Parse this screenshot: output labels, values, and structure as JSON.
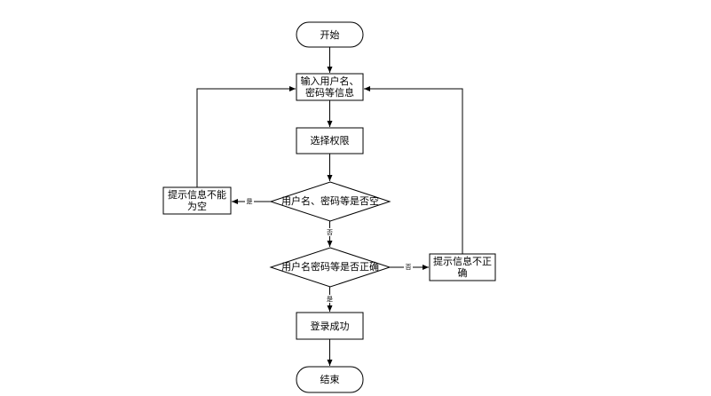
{
  "flowchart": {
    "nodes": {
      "start": "开始",
      "input_line1": "输入用户名、",
      "input_line2": "密码等信息",
      "select_permission": "选择权限",
      "check_empty": "用户名、密码等是否空",
      "empty_msg_line1": "提示信息不能",
      "empty_msg_line2": "为空",
      "check_correct": "用户名密码等是否正确",
      "incorrect_msg_line1": "提示信息不正",
      "incorrect_msg_line2": "确",
      "login_success": "登录成功",
      "end": "结束"
    },
    "edge_labels": {
      "empty_yes": "是",
      "empty_no": "否",
      "correct_no": "否",
      "correct_yes": "是"
    }
  }
}
